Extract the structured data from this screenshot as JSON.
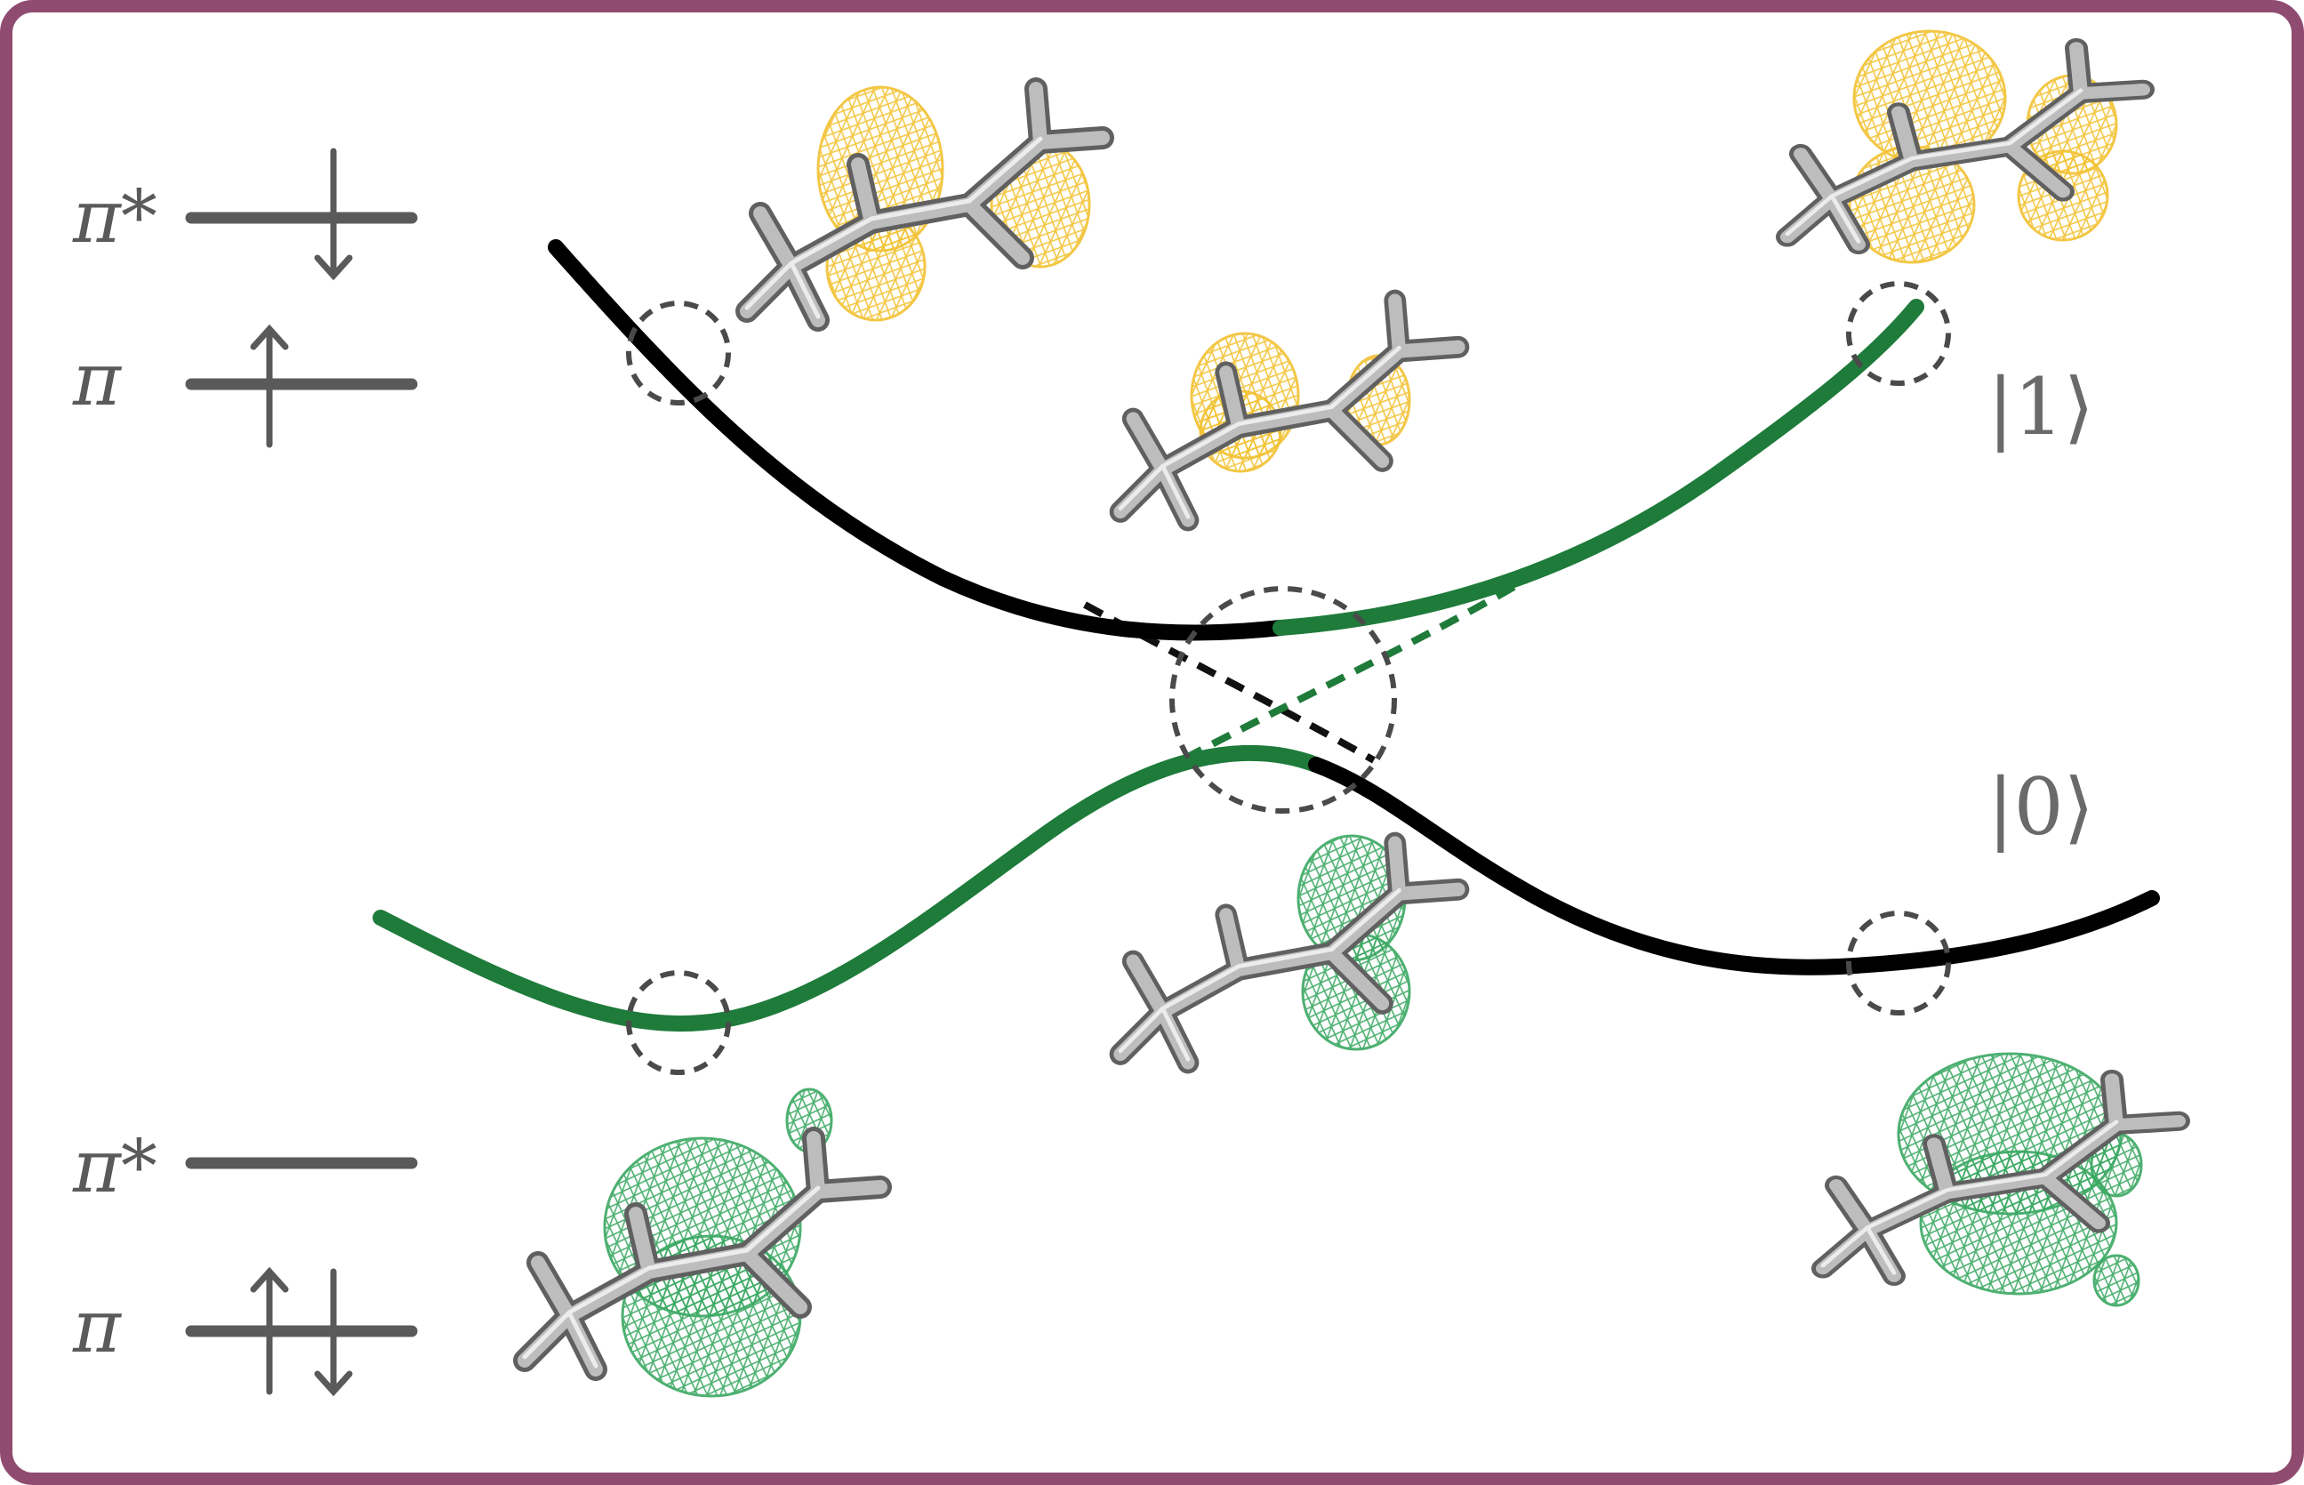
{
  "upper_config": {
    "upper_level_label": "π*",
    "lower_level_label": "π"
  },
  "lower_config": {
    "upper_level_label": "π*",
    "lower_level_label": "π"
  },
  "states": {
    "excited": "|1⟩",
    "ground": "|0⟩"
  },
  "colors": {
    "frame": "#8f4c70",
    "curve_dark": "#000000",
    "curve_green": "#1e7b3a",
    "orbital_yellow": "#f2c232",
    "orbital_green": "#3aa862",
    "level_gray": "#5a5a5a",
    "dash_gray": "#4a4a4a"
  },
  "icons": [
    "spin-up-arrow-icon",
    "spin-down-arrow-icon",
    "propene-molecule-icon"
  ]
}
